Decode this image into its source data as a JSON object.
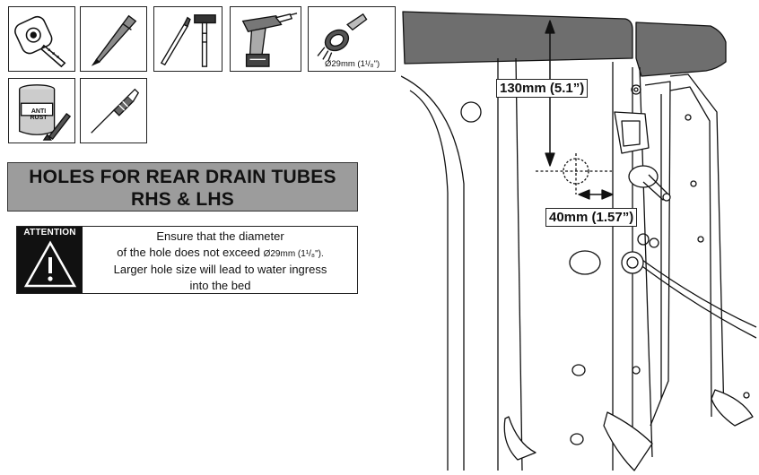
{
  "tools": {
    "tape_measure": {
      "icon": "tape-measure-icon"
    },
    "marker_pen": {
      "icon": "marker-pen-icon"
    },
    "punch_and_hammer": {
      "icon": "hammer-icon"
    },
    "cordless_drill": {
      "icon": "drill-icon"
    },
    "hole_saw": {
      "icon": "hole-saw-icon",
      "caption": "Ø29mm (1¹/₈\")"
    },
    "anti_rust_paint": {
      "icon": "paint-can-icon",
      "can_label": "ANTI RUST"
    },
    "screwdriver": {
      "icon": "screwdriver-icon"
    }
  },
  "heading": {
    "line1": "HOLES FOR REAR DRAIN TUBES",
    "line2": "RHS & LHS"
  },
  "attention": {
    "badge": "ATTENTION",
    "line1": "Ensure that the diameter",
    "line2_prefix": "of the hole does not exceed ",
    "line2_size": "Ø29mm (1¹/₈\").",
    "line3": "Larger hole size will lead to water ingress",
    "line4": "into the bed"
  },
  "diagram": {
    "vertical_dimension": "130mm (5.1”)",
    "horizontal_dimension": "40mm (1.57”)"
  },
  "colors": {
    "tailgate_cap": "#6e6e6e",
    "heading_band": "#9c9c9c",
    "badge": "#111111"
  }
}
